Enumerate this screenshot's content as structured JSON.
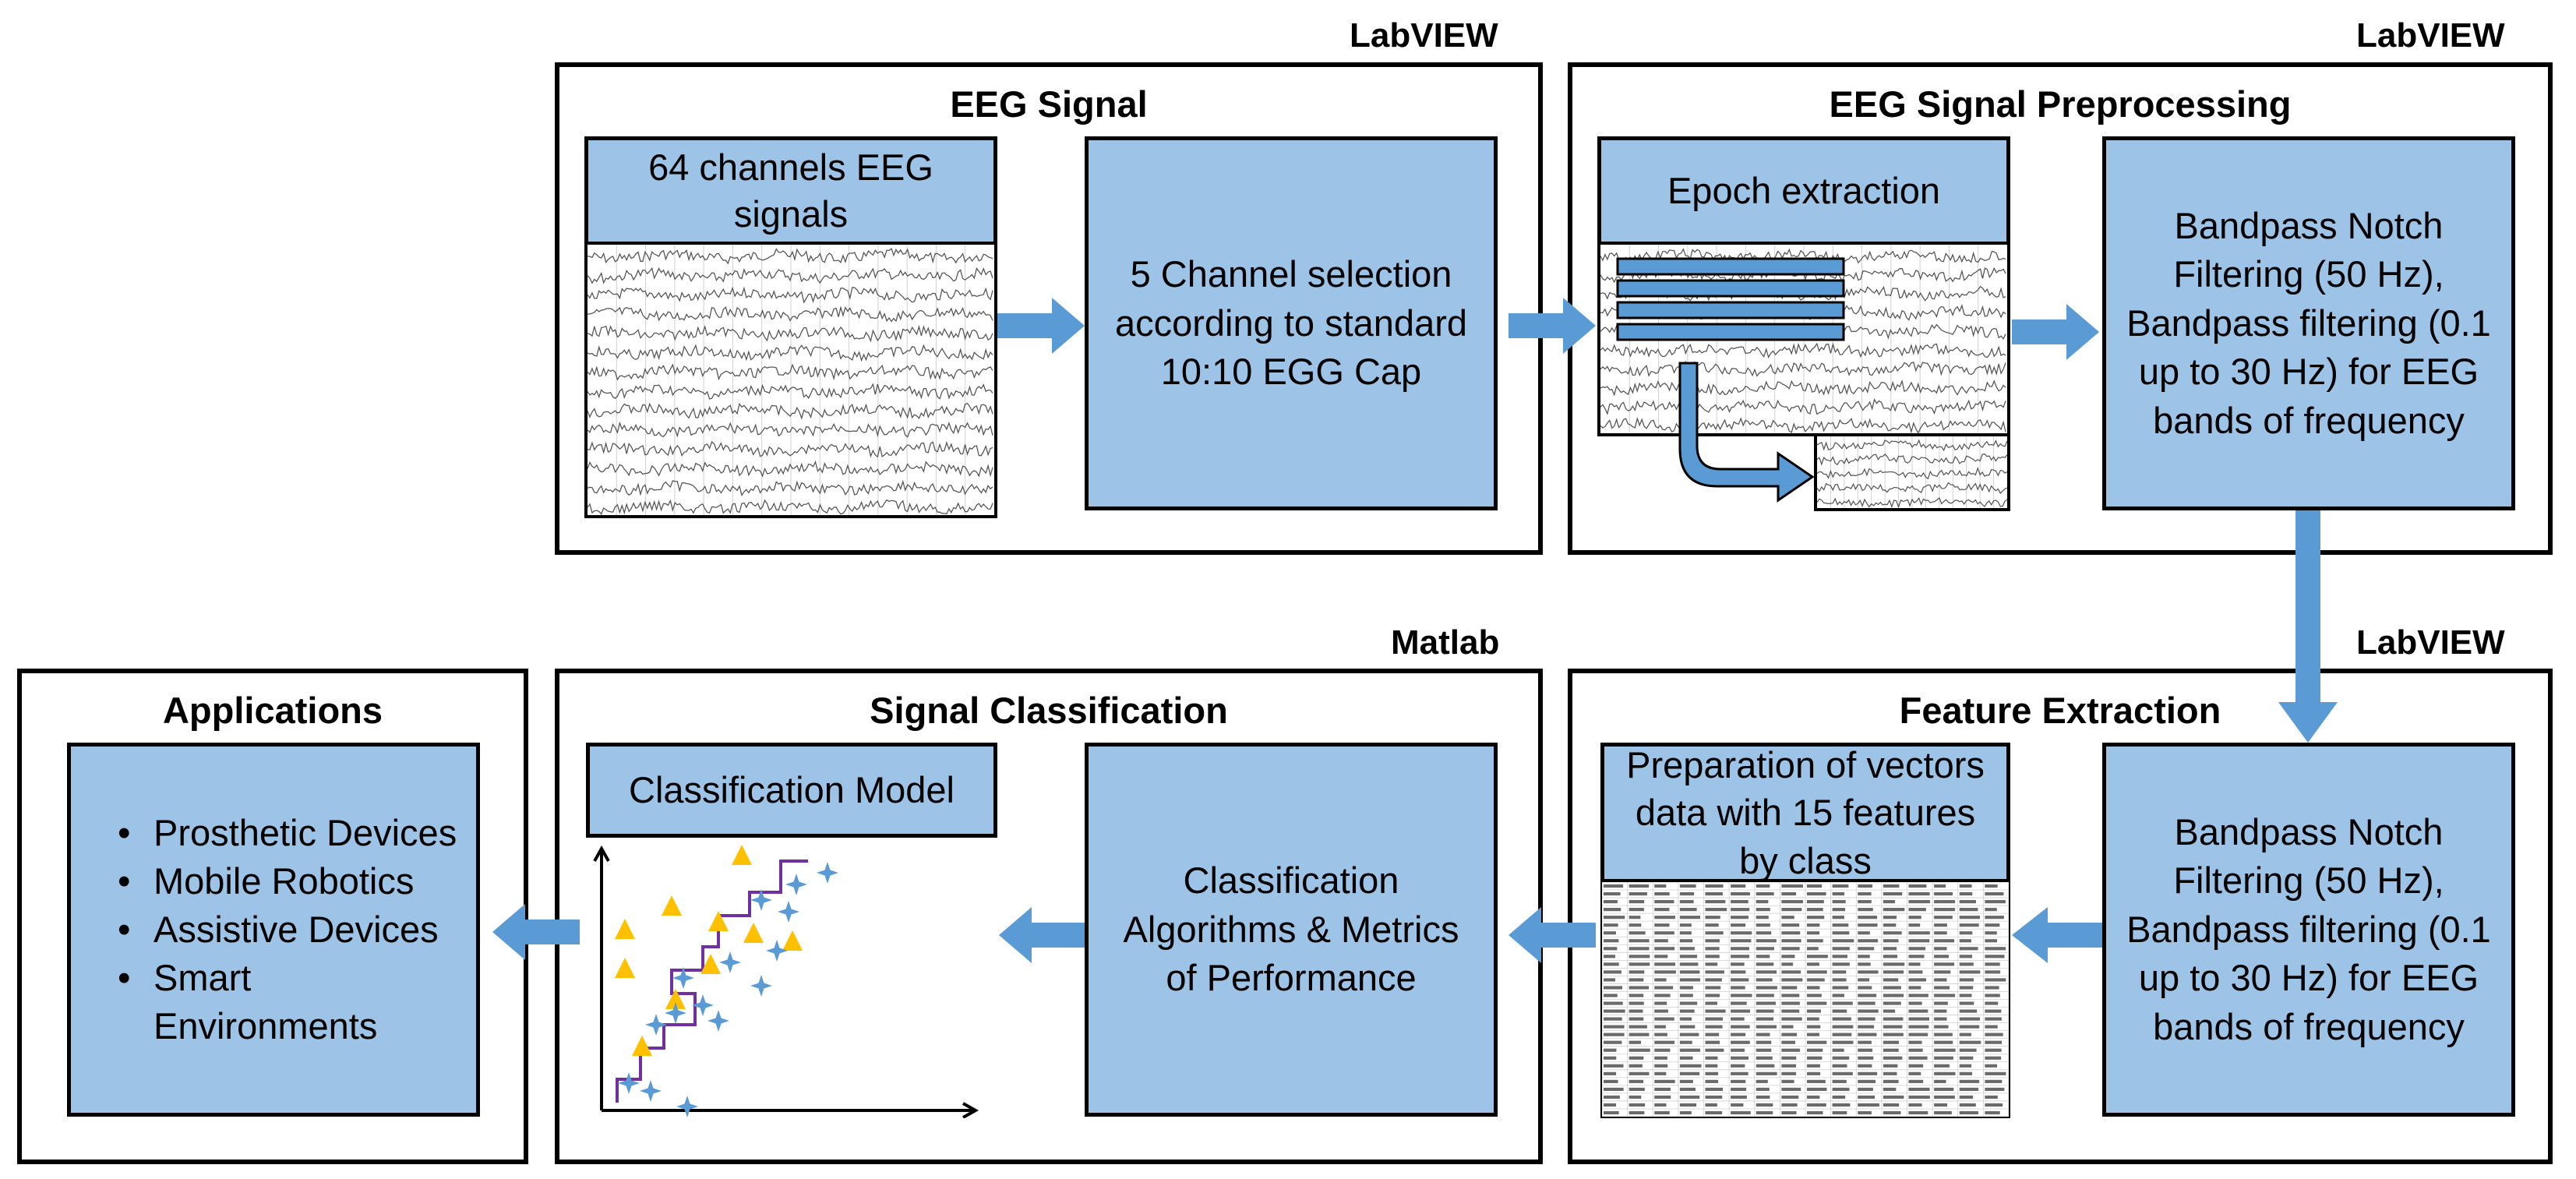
{
  "tools": {
    "top_middle": "LabVIEW",
    "top_right": "LabVIEW",
    "bottom_middle": "Matlab",
    "bottom_right": "LabVIEW"
  },
  "eeg_signal": {
    "title": "EEG Signal",
    "channels_label": "64 channels EEG signals",
    "selection_text": "5 Channel selection according to standard 10:10 EGG Cap"
  },
  "preprocessing": {
    "title": "EEG Signal Preprocessing",
    "epoch_label": "Epoch extraction",
    "filter_text": "Bandpass Notch Filtering (50 Hz), Bandpass filtering (0.1 up to 30 Hz) for EEG bands of frequency"
  },
  "feature_extraction": {
    "title": "Feature Extraction",
    "vectors_label": "Preparation of vectors data with 15 features by class",
    "filter_text": "Bandpass Notch Filtering (50 Hz), Bandpass filtering (0.1 up to 30 Hz) for EEG bands of frequency"
  },
  "classification": {
    "title": "Signal Classification",
    "model_label": "Classification Model",
    "algorithms_text": "Classification Algorithms & Metrics of Performance"
  },
  "applications": {
    "title": "Applications",
    "items": [
      "Prosthetic Devices",
      "Mobile Robotics",
      "Assistive Devices",
      "Smart Environments"
    ]
  },
  "colors": {
    "box_fill": "#9dc3e6",
    "arrow": "#5b9bd5",
    "triangle": "#ffc000",
    "star": "#5b9bd5",
    "boundary": "#7030a0"
  },
  "icons": [
    "arrow-right-icon",
    "arrow-left-icon",
    "arrow-down-icon",
    "eeg-waveform-icon",
    "data-table-icon",
    "scatter-plot-icon"
  ]
}
